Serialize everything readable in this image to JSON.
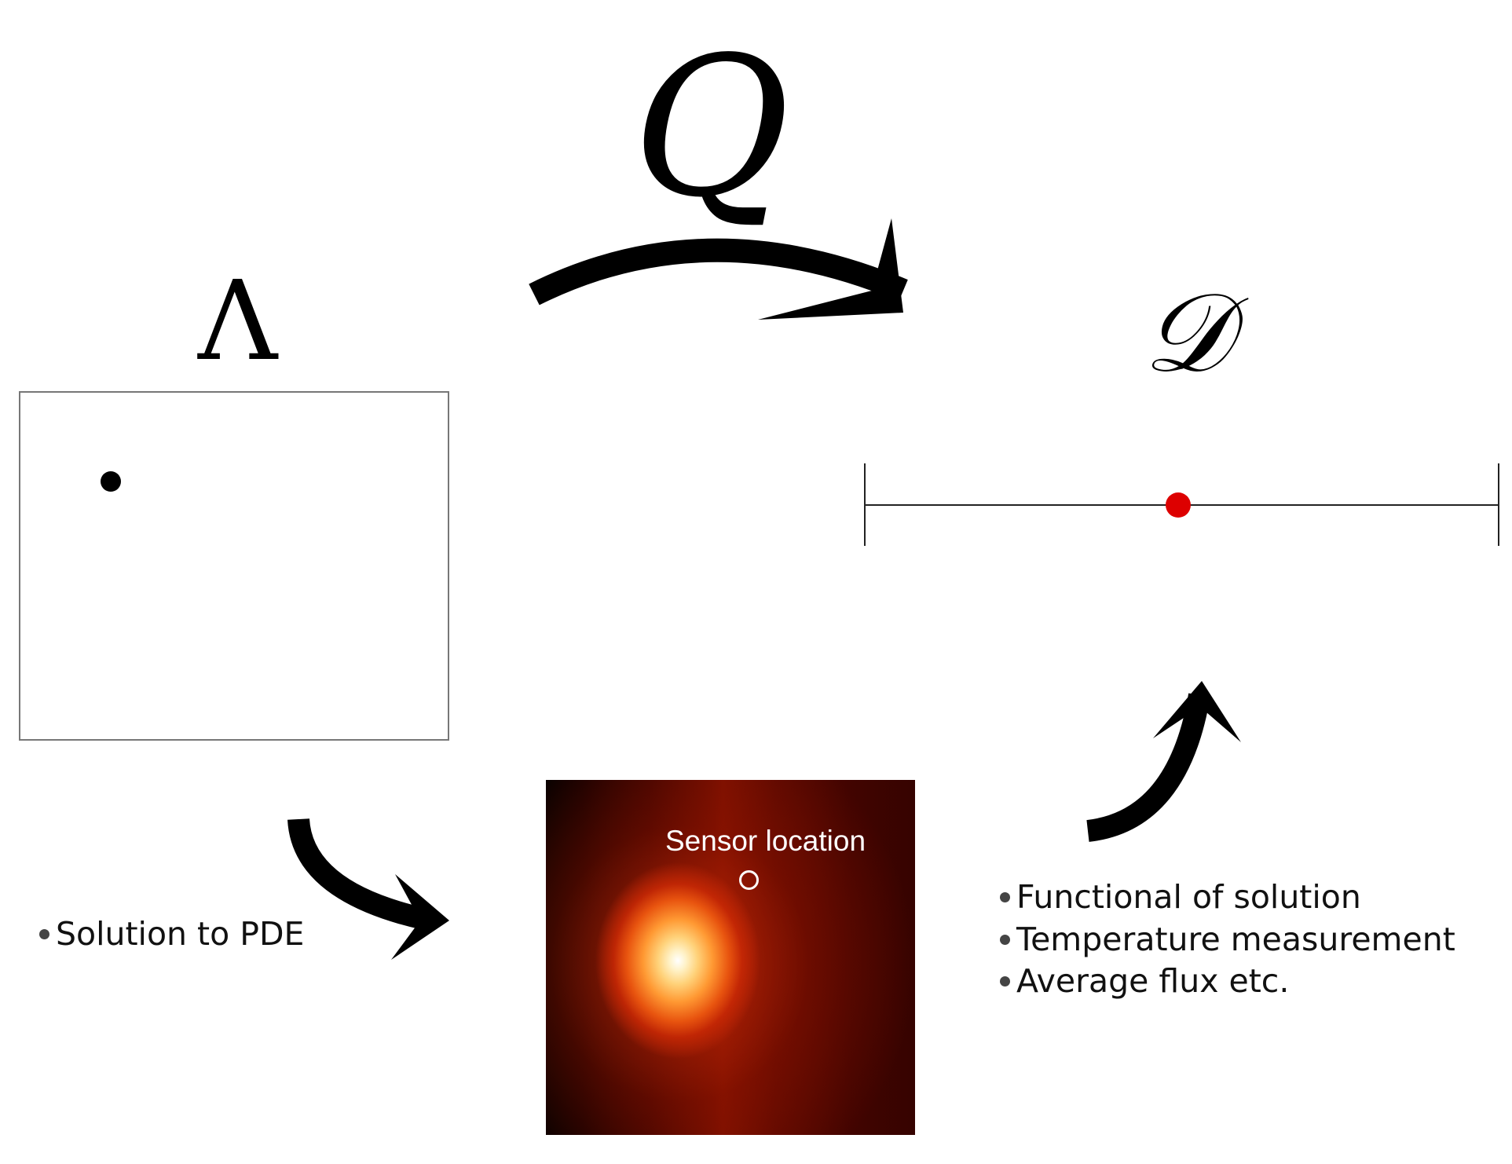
{
  "map_symbol": "Q",
  "parameter_space_symbol": "Λ",
  "data_space_symbol": "𝒟",
  "solution_panel": {
    "sensor_label": "Sensor location"
  },
  "pde_bullet": "Solution to PDE",
  "qoi_bullets": [
    "Functional of solution",
    "Temperature measurement",
    "Average flux etc."
  ],
  "colors": {
    "data_point": "#dd0000",
    "arrows": "#000000"
  }
}
